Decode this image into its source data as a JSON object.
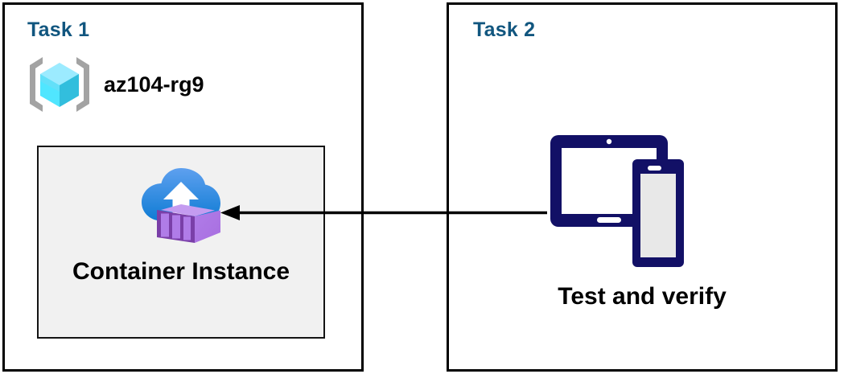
{
  "diagram": {
    "title": "Azure Container Instance task diagram",
    "colors": {
      "task_label": "#11567f",
      "panel_border": "#000000",
      "container_box_fill": "#f1f1f1",
      "device_navy": "#121066",
      "arrow": "#000000",
      "cube_cyan": "#50e6ff",
      "bracket_gray": "#a0a0a0",
      "cloud_blue": "#1b8fe0",
      "container_purple": "#b07ce8"
    }
  },
  "panels": [
    {
      "id": "task1",
      "label": "Task 1",
      "resource_group": {
        "name": "az104-rg9",
        "icon": "resource-group-icon"
      },
      "resource": {
        "label": "Container Instance",
        "icon": "container-instance-icon"
      }
    },
    {
      "id": "task2",
      "label": "Task 2",
      "action": {
        "label": "Test and verify",
        "icon": "devices-tablet-phone-icon"
      }
    }
  ],
  "connector": {
    "name": "arrow-task2-to-container-instance",
    "direction": "right-to-left",
    "from": "Test and verify",
    "to": "Container Instance"
  }
}
